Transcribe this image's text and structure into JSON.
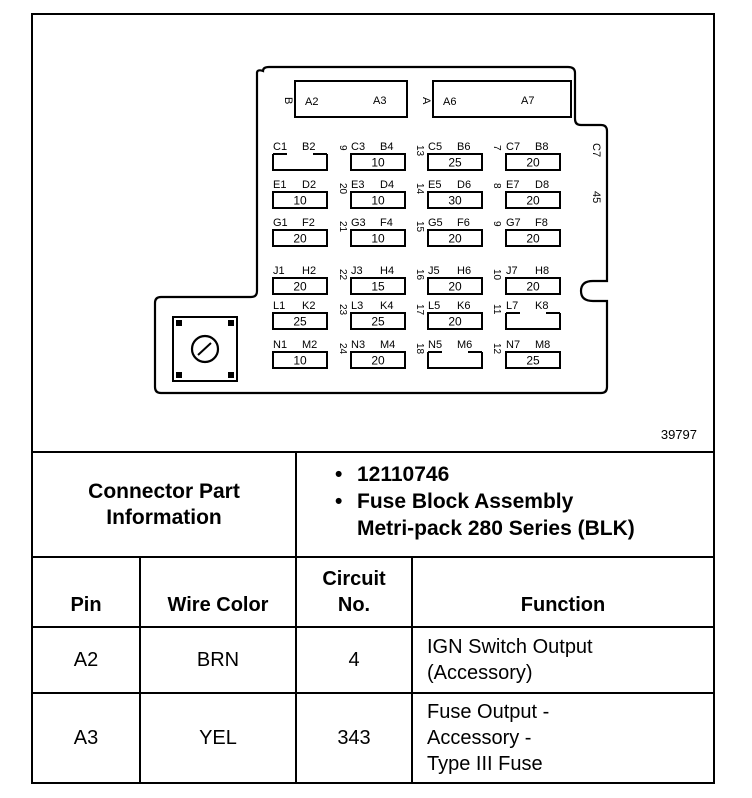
{
  "diagram": {
    "figure_number": "39797",
    "connector_labels": {
      "b": "B",
      "a": "A"
    },
    "cavities": [
      "A2",
      "A3",
      "A6",
      "A7"
    ],
    "side_labels": [
      "C7",
      "45"
    ],
    "fuse_rows": [
      {
        "row_label": "9",
        "fuses": [
          {
            "left": "C1",
            "right": "B2",
            "value": "",
            "empty": true
          },
          {
            "left": "C3",
            "right": "B4",
            "value": "10",
            "empty": false
          },
          {
            "left": "C5",
            "right": "B6",
            "value": "25",
            "empty": false
          },
          {
            "left": "C7",
            "right": "B8",
            "value": "20",
            "empty": false
          }
        ],
        "mid_labels": [
          "9",
          "13",
          "7"
        ]
      },
      {
        "row_label": "20",
        "fuses": [
          {
            "left": "E1",
            "right": "D2",
            "value": "10",
            "empty": false
          },
          {
            "left": "E3",
            "right": "D4",
            "value": "10",
            "empty": false
          },
          {
            "left": "E5",
            "right": "D6",
            "value": "30",
            "empty": false
          },
          {
            "left": "E7",
            "right": "D8",
            "value": "20",
            "empty": false
          }
        ],
        "mid_labels": [
          "20",
          "14",
          "8"
        ]
      },
      {
        "row_label": "21",
        "fuses": [
          {
            "left": "G1",
            "right": "F2",
            "value": "20",
            "empty": false
          },
          {
            "left": "G3",
            "right": "F4",
            "value": "10",
            "empty": false
          },
          {
            "left": "G5",
            "right": "F6",
            "value": "20",
            "empty": false
          },
          {
            "left": "G7",
            "right": "F8",
            "value": "20",
            "empty": false
          }
        ],
        "mid_labels": [
          "21",
          "15",
          "9"
        ]
      },
      {
        "row_label": "22",
        "fuses": [
          {
            "left": "J1",
            "right": "H2",
            "value": "20",
            "empty": false
          },
          {
            "left": "J3",
            "right": "H4",
            "value": "15",
            "empty": false
          },
          {
            "left": "J5",
            "right": "H6",
            "value": "20",
            "empty": false
          },
          {
            "left": "J7",
            "right": "H8",
            "value": "20",
            "empty": false
          }
        ],
        "mid_labels": [
          "22",
          "16",
          "10"
        ]
      },
      {
        "row_label": "23",
        "fuses": [
          {
            "left": "L1",
            "right": "K2",
            "value": "25",
            "empty": false
          },
          {
            "left": "L3",
            "right": "K4",
            "value": "25",
            "empty": false
          },
          {
            "left": "L5",
            "right": "K6",
            "value": "20",
            "empty": false
          },
          {
            "left": "L7",
            "right": "K8",
            "value": "",
            "empty": true
          }
        ],
        "mid_labels": [
          "23",
          "17",
          "11"
        ]
      },
      {
        "row_label": "24",
        "fuses": [
          {
            "left": "N1",
            "right": "M2",
            "value": "10",
            "empty": false
          },
          {
            "left": "N3",
            "right": "M4",
            "value": "20",
            "empty": false
          },
          {
            "left": "N5",
            "right": "M6",
            "value": "",
            "empty": true
          },
          {
            "left": "N7",
            "right": "M8",
            "value": "25",
            "empty": false
          }
        ],
        "mid_labels": [
          "24",
          "18",
          "12"
        ]
      }
    ]
  },
  "connector_info": {
    "label_line1": "Connector Part",
    "label_line2": "Information",
    "items": [
      {
        "bullet": "•",
        "lines": [
          "12110746"
        ]
      },
      {
        "bullet": "•",
        "lines": [
          "Fuse Block Assembly",
          "Metri-pack 280 Series (BLK)"
        ]
      }
    ]
  },
  "table": {
    "headers": {
      "pin": "Pin",
      "wire_color": "Wire Color",
      "circuit_1": "Circuit",
      "circuit_2": "No.",
      "function": "Function"
    },
    "rows": [
      {
        "pin": "A2",
        "wire_color": "BRN",
        "circuit": "4",
        "function": [
          "IGN Switch Output",
          "(Accessory)"
        ]
      },
      {
        "pin": "A3",
        "wire_color": "YEL",
        "circuit": "343",
        "function": [
          "Fuse Output -",
          "Accessory -",
          "Type III Fuse"
        ]
      }
    ]
  }
}
